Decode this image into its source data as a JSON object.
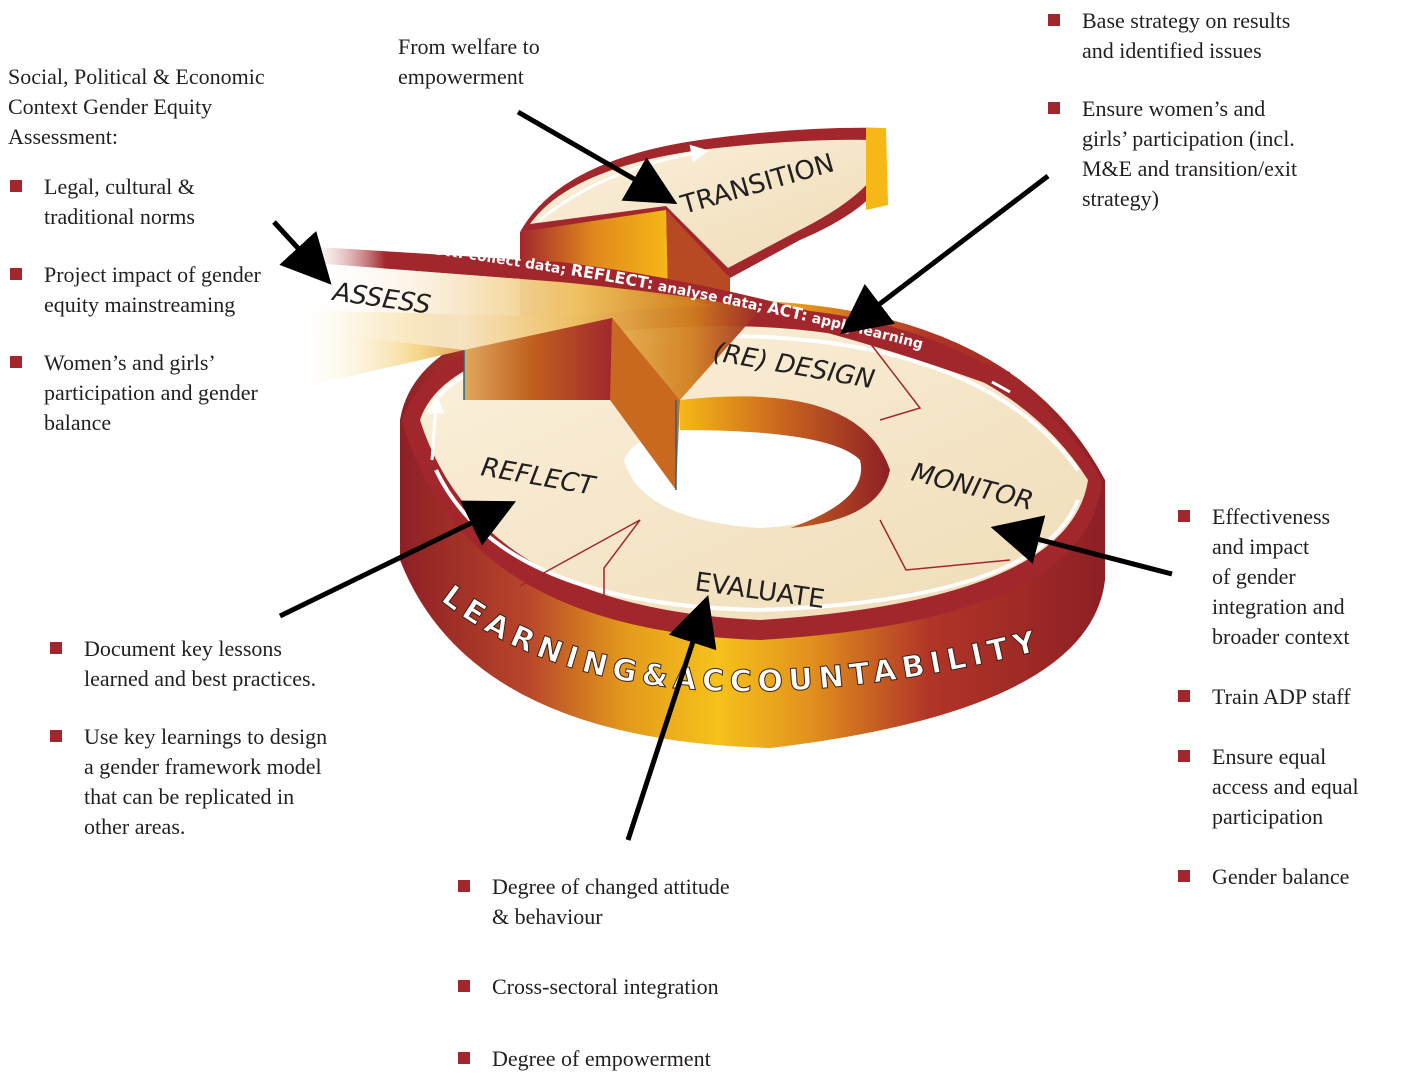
{
  "colors": {
    "maroon": "#a2272d",
    "gold": "#f6b817",
    "cream": "#f3e2c3",
    "bullet": "#a2272d"
  },
  "diagram": {
    "stages": {
      "transition": "TRANSITION",
      "assess": "ASSESS",
      "redesign": "(RE) DESIGN",
      "reflect": "REFLECT",
      "monitor": "MONITOR",
      "evaluate": "EVALUATE"
    },
    "band": {
      "monitor_key": "MONITOR:",
      "monitor_text": " collect data; ",
      "reflect_key": "REFLECT:",
      "reflect_text": " analyse data; ",
      "act_key": "ACT:",
      "act_text": " apply learning"
    },
    "rim_text": "LEARNING&ACCOUNTABILITY"
  },
  "context": {
    "heading_lines": [
      "Social, Political & Economic",
      "Context Gender Equity",
      "Assessment:"
    ],
    "items": [
      [
        "Legal, cultural &",
        "traditional norms"
      ],
      [
        "Project impact of gender",
        "equity mainstreaming"
      ],
      [
        " Women’s and girls’",
        "participation and gender",
        "balance"
      ]
    ]
  },
  "welfare": {
    "lines": [
      "From welfare to",
      "empowerment"
    ]
  },
  "design_notes": {
    "items": [
      [
        "Base strategy on results",
        "and identified issues"
      ],
      [
        "Ensure women’s and",
        "girls’ participation (incl.",
        "M&E and transition/exit",
        "strategy)"
      ]
    ]
  },
  "monitor_notes": {
    "items": [
      [
        "Effectiveness",
        "and impact",
        "of gender",
        "integration and",
        "broader context"
      ],
      [
        "Train ADP staff"
      ],
      [
        "Ensure equal",
        "access and equal",
        "participation"
      ],
      [
        "Gender balance"
      ]
    ]
  },
  "reflect_notes": {
    "items": [
      [
        "Document key lessons",
        "learned and best practices."
      ],
      [
        "Use key learnings to design",
        "a gender framework model",
        "that can be replicated in",
        "other areas."
      ]
    ]
  },
  "evaluate_notes": {
    "items": [
      [
        "Degree of changed attitude",
        "& behaviour"
      ],
      [
        "Cross-sectoral integration"
      ],
      [
        "Degree of empowerment"
      ]
    ]
  }
}
